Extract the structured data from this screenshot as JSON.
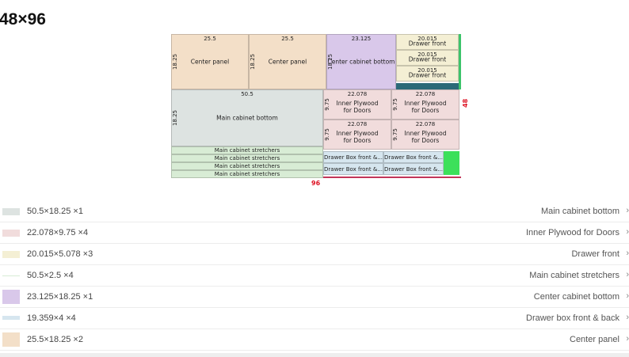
{
  "header": {
    "title": "48×96"
  },
  "sheet": {
    "width_label": "96",
    "height_label": "48"
  },
  "pieces": [
    {
      "name": "Center panel",
      "w": "25.5",
      "h": "18.25",
      "cls": "c-panel"
    },
    {
      "name": "Center panel",
      "w": "25.5",
      "h": "18.25",
      "cls": "c-panel"
    },
    {
      "name": "Center cabinet bottom",
      "w": "23.125",
      "h": "18.25",
      "cls": "c-cabbot"
    },
    {
      "name": "Drawer front",
      "w": "20.015",
      "h": "5.078",
      "cls": "c-drawer"
    },
    {
      "name": "Drawer front",
      "w": "20.015",
      "h": "5.078",
      "cls": "c-drawer"
    },
    {
      "name": "Drawer front",
      "w": "20.015",
      "h": "5.078",
      "cls": "c-drawer"
    },
    {
      "name": "Main cabinet bottom",
      "w": "50.5",
      "h": "18.25",
      "cls": "c-main"
    },
    {
      "name": "Inner Plywood for Doors",
      "w": "22.078",
      "h": "9.75",
      "cls": "c-ply"
    },
    {
      "name": "Inner Plywood for Doors",
      "w": "22.078",
      "h": "9.75",
      "cls": "c-ply"
    },
    {
      "name": "Inner Plywood for Doors",
      "w": "22.078",
      "h": "9.75",
      "cls": "c-ply"
    },
    {
      "name": "Inner Plywood for Doors",
      "w": "22.078",
      "h": "9.75",
      "cls": "c-ply"
    },
    {
      "name": "Main cabinet stretchers",
      "w": "50.5",
      "h": "2.5",
      "cls": "c-str"
    },
    {
      "name": "Main cabinet stretchers",
      "w": "50.5",
      "h": "2.5",
      "cls": "c-str"
    },
    {
      "name": "Main cabinet stretchers",
      "w": "50.5",
      "h": "2.5",
      "cls": "c-str"
    },
    {
      "name": "Main cabinet stretchers",
      "w": "50.5",
      "h": "2.5",
      "cls": "c-str"
    },
    {
      "name": "Drawer Box front &...",
      "w": "19.359",
      "h": "4",
      "cls": "c-dbox"
    },
    {
      "name": "Drawer Box front &...",
      "w": "19.359",
      "h": "4",
      "cls": "c-dbox"
    },
    {
      "name": "Drawer Box front &...",
      "w": "19.359",
      "h": "4",
      "cls": "c-dbox"
    },
    {
      "name": "Drawer Box front &...",
      "w": "19.359",
      "h": "4",
      "cls": "c-dbox"
    }
  ],
  "parts_list": [
    {
      "dims": "50.5×18.25 ×1",
      "name": "Main cabinet bottom",
      "color": "#dde3e1"
    },
    {
      "dims": "22.078×9.75 ×4",
      "name": "Inner Plywood for Doors",
      "color": "#f1dcdc"
    },
    {
      "dims": "20.015×5.078 ×3",
      "name": "Drawer front",
      "color": "#f4efd4"
    },
    {
      "dims": "50.5×2.5 ×4",
      "name": "Main cabinet stretchers",
      "color": "#d8ecd5"
    },
    {
      "dims": "23.125×18.25 ×1",
      "name": "Center cabinet bottom",
      "color": "#d9c8ea"
    },
    {
      "dims": "19.359×4 ×4",
      "name": "Drawer box front & back",
      "color": "#d6e6ef"
    },
    {
      "dims": "25.5×18.25 ×2",
      "name": "Center panel",
      "color": "#f3dfc8"
    }
  ]
}
